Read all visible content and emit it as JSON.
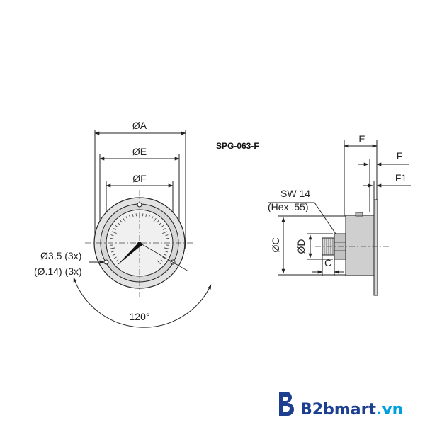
{
  "drawing": {
    "title": "SPG-063-F",
    "front_view": {
      "diam_a": "ØA",
      "diam_e": "ØE",
      "diam_f": "ØF",
      "hole_metric": "Ø3,5 (3x)",
      "hole_imperial": "(Ø.14) (3x)",
      "angle": "120°"
    },
    "side_view": {
      "dim_e": "E",
      "dim_f": "F",
      "dim_f1": "F1",
      "wrench_size": "SW 14",
      "wrench_size_imperial": "(Hex .55)",
      "diam_c": "ØC",
      "diam_d": "ØD",
      "dim_c": "C"
    }
  },
  "brand": {
    "name_main": "B2bmart",
    "name_suffix": ".vn",
    "logo_icon": "b2bmart-logo-icon",
    "colors": {
      "primary": "#1d3f8f",
      "accent": "#00a0e0"
    }
  }
}
